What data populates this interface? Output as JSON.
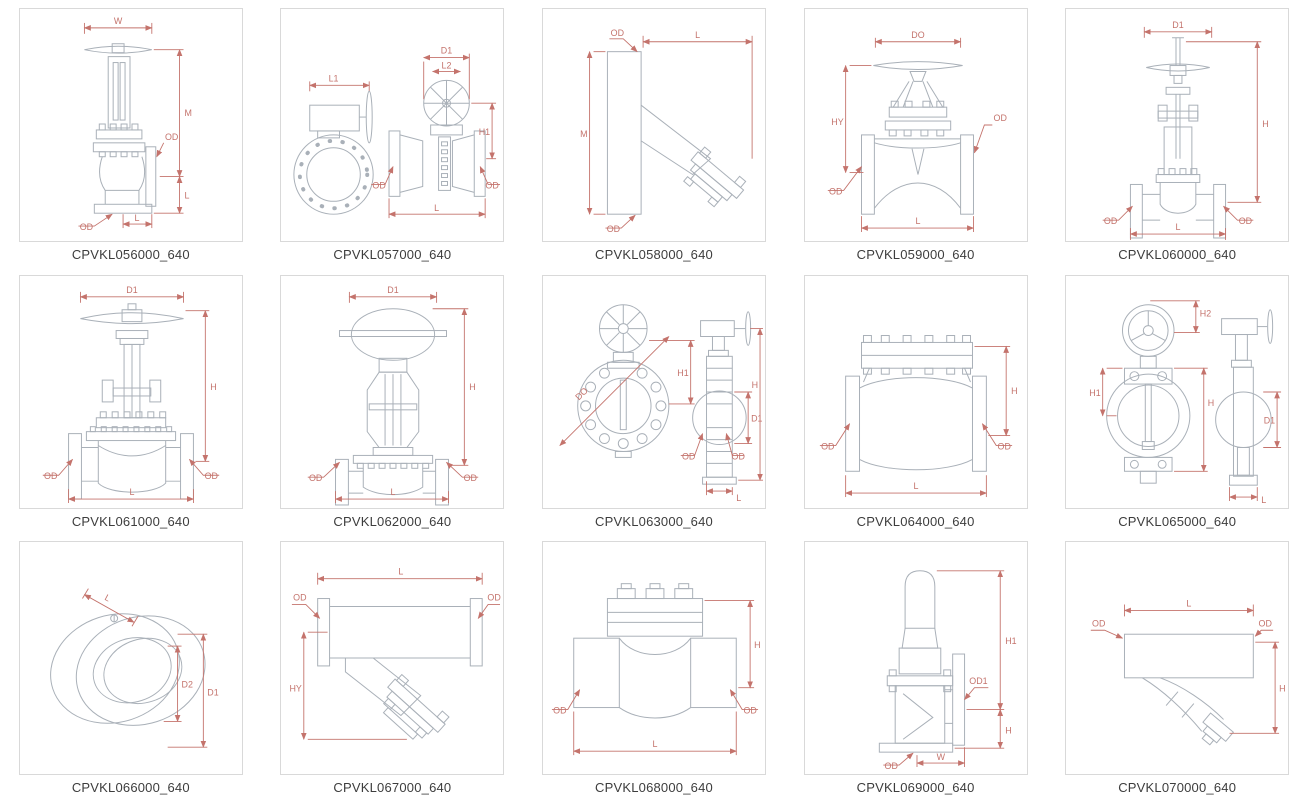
{
  "colors": {
    "dimension_red": "#c4736c",
    "drawing_gray": "#a9b0b8",
    "caption_text": "#3d3d3d",
    "cell_border": "#d9d9d9",
    "background": "#ffffff"
  },
  "cells": [
    {
      "caption": "CPVKL056000_640",
      "labels": {
        "w": "W",
        "m": "M",
        "l_side": "L",
        "od_side": "OD",
        "od_bottom": "OD",
        "l_bottom": "L"
      }
    },
    {
      "caption": "CPVKL057000_640",
      "labels": {
        "l1": "L1",
        "d1": "D1",
        "l2": "L2",
        "h1": "H1",
        "od_left": "OD",
        "od_right": "OD",
        "l": "L"
      }
    },
    {
      "caption": "CPVKL058000_640",
      "labels": {
        "od_top": "OD",
        "l": "L",
        "m": "M",
        "od_bottom": "OD"
      }
    },
    {
      "caption": "CPVKL059000_640",
      "labels": {
        "do": "DO",
        "hy": "HY",
        "od_right": "OD",
        "od_left": "OD",
        "l": "L"
      }
    },
    {
      "caption": "CPVKL060000_640",
      "labels": {
        "d1": "D1",
        "h": "H",
        "od_left": "OD",
        "od_right": "OD",
        "l": "L"
      }
    },
    {
      "caption": "CPVKL061000_640",
      "labels": {
        "d1": "D1",
        "h": "H",
        "od_left": "OD",
        "od_right": "OD",
        "l": "L"
      }
    },
    {
      "caption": "CPVKL062000_640",
      "labels": {
        "d1": "D1",
        "h": "H",
        "od_left": "OD",
        "od_right": "OD",
        "l": "L"
      }
    },
    {
      "caption": "CPVKL063000_640",
      "labels": {
        "do": "DO",
        "h1": "H1",
        "d1": "D1",
        "h": "H",
        "od_left": "OD",
        "od_right": "OD",
        "l": "L"
      }
    },
    {
      "caption": "CPVKL064000_640",
      "labels": {
        "h": "H",
        "od_left": "OD",
        "od_right": "OD",
        "l": "L"
      }
    },
    {
      "caption": "CPVKL065000_640",
      "labels": {
        "h2": "H2",
        "h1": "H1",
        "h": "H",
        "d1": "D1",
        "l": "L"
      }
    },
    {
      "caption": "CPVKL066000_640",
      "labels": {
        "l": "L",
        "d2": "D2",
        "d1": "D1"
      }
    },
    {
      "caption": "CPVKL067000_640",
      "labels": {
        "l": "L",
        "od_left": "OD",
        "od_right": "OD",
        "hy": "HY"
      }
    },
    {
      "caption": "CPVKL068000_640",
      "labels": {
        "h": "H",
        "od_left": "OD",
        "od_right": "OD",
        "l": "L"
      }
    },
    {
      "caption": "CPVKL069000_640",
      "labels": {
        "h1": "H1",
        "od1": "OD1",
        "h": "H",
        "od": "OD",
        "w": "W"
      }
    },
    {
      "caption": "CPVKL070000_640",
      "labels": {
        "l": "L",
        "od_left": "OD",
        "od_right": "OD",
        "h": "H"
      }
    }
  ]
}
